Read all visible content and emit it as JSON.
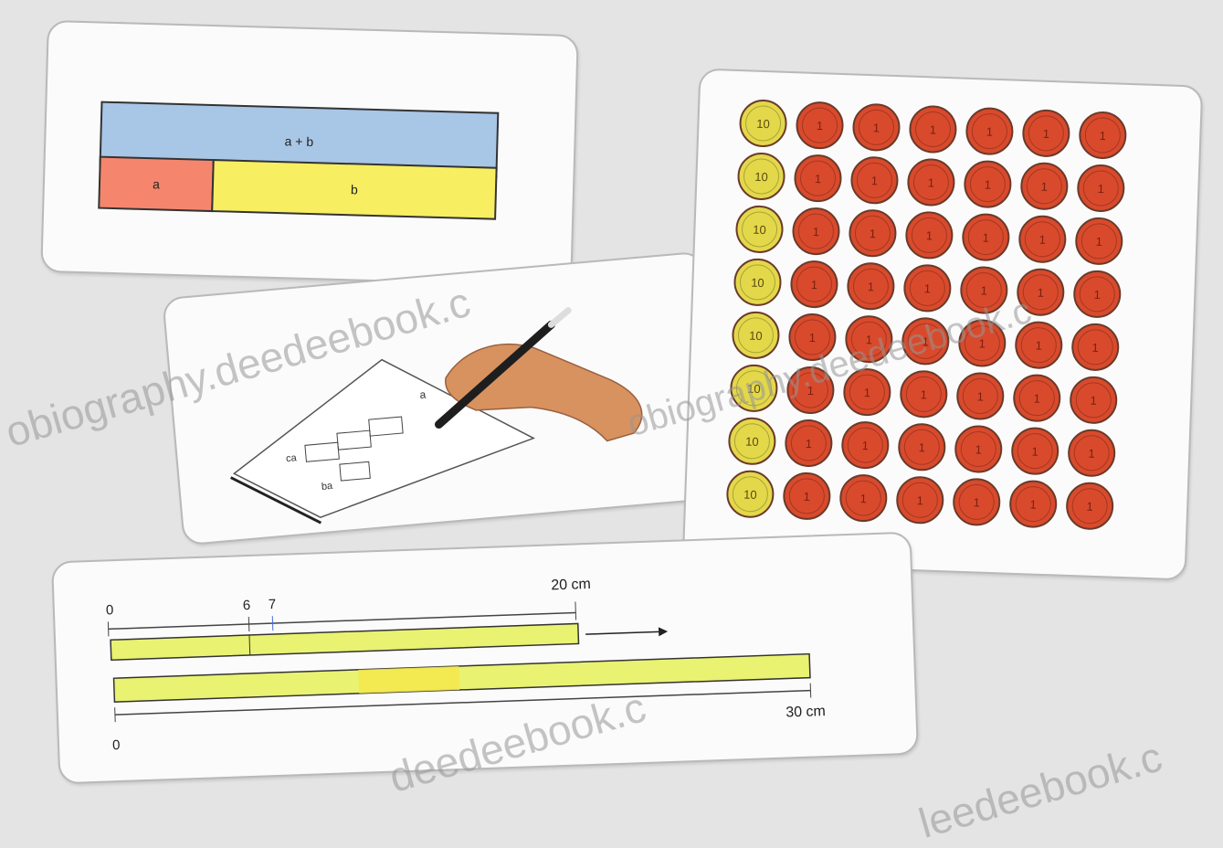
{
  "bar_model": {
    "whole_label": "a + b",
    "part_a_label": "a",
    "part_b_label": "b",
    "colors": {
      "whole": "#a8c6e6",
      "part_a": "#f5866d",
      "part_b": "#f7ee62"
    }
  },
  "sketch": {
    "label_top": "a",
    "label_mid": "ca",
    "label_low": "ba"
  },
  "counters": {
    "rows": 8,
    "tens_label": "10",
    "ones_label": "1",
    "ones_per_row": 6,
    "colors": {
      "tens": "#e3d84a",
      "ones": "#d94a2c"
    }
  },
  "measure": {
    "zero_top": "0",
    "mark_6": "6",
    "mark_7": "7",
    "label_20cm": "20 cm",
    "label_30cm": "30 cm",
    "zero_bottom": "0",
    "colors": {
      "strip": "#e9f271",
      "highlight": "#f5e64a"
    }
  },
  "watermarks": [
    "obiography.deedeebook.c",
    "obiography.deedeebook.c",
    "deedeebook.c",
    "leedeebook.c"
  ]
}
